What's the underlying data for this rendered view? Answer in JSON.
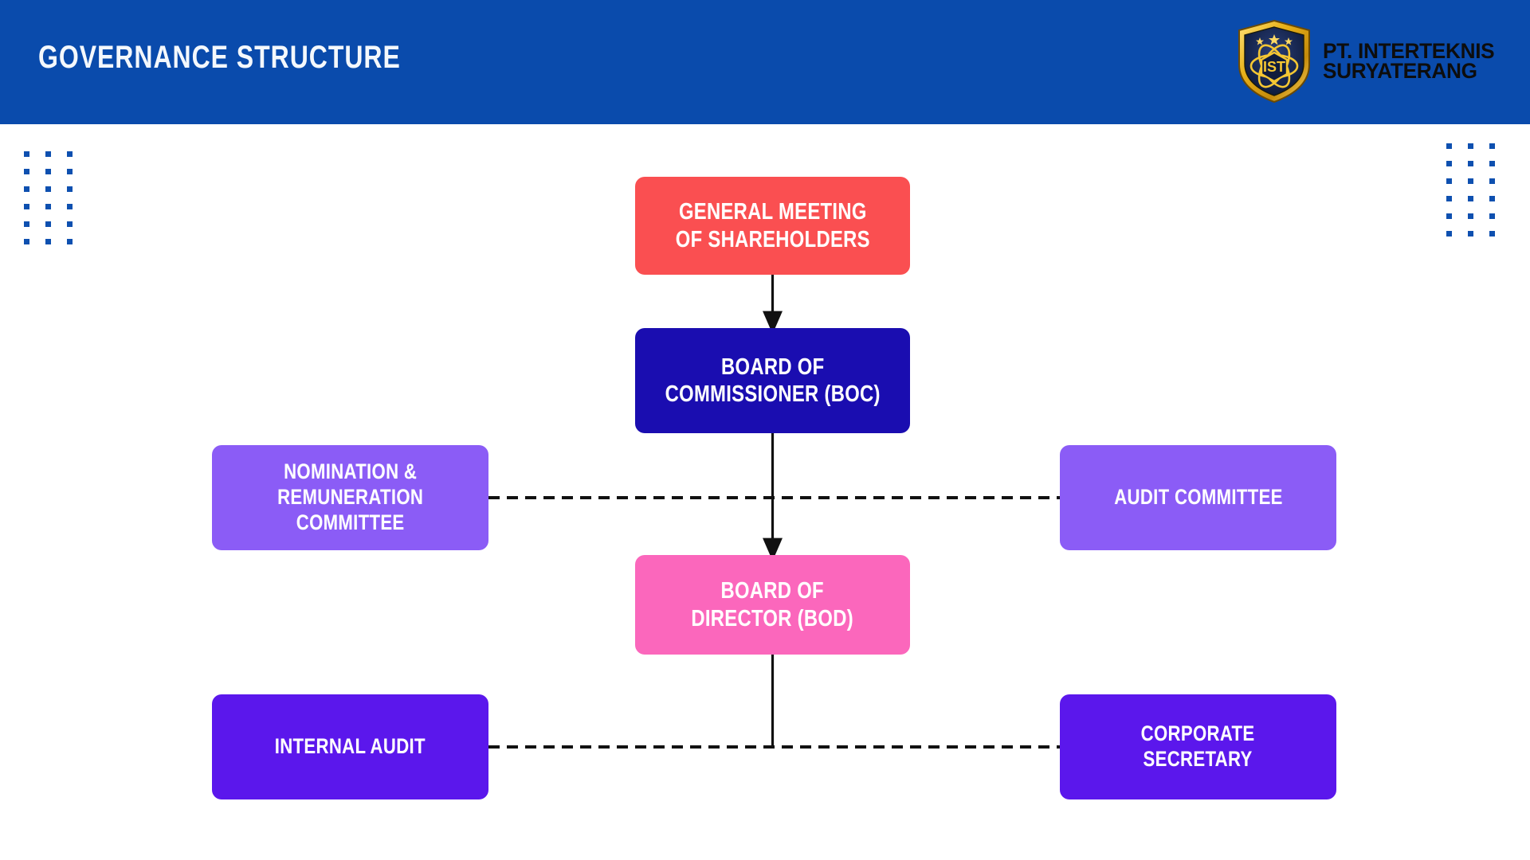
{
  "header": {
    "title": "GOVERNANCE STRUCTURE",
    "background_color": "#0A4BAC"
  },
  "logo": {
    "monogram": "IST",
    "line1": "PT. INTERTEKNIS",
    "line2": "SURYATERANG",
    "shield_color": "#E8B21A",
    "shield_inner_color": "#122654"
  },
  "decor": {
    "dot_color": "#0E50B0",
    "dot_columns": 3,
    "dot_rows": 6
  },
  "chart_data": {
    "type": "diagram",
    "title": "GOVERNANCE STRUCTURE",
    "nodes": [
      {
        "id": "gms",
        "label": "GENERAL MEETING\nOF SHAREHOLDERS",
        "color": "#FA4F51",
        "level": 1,
        "column": "center"
      },
      {
        "id": "boc",
        "label": "BOARD OF\nCOMMISSIONER (BOC)",
        "color": "#1A0DB0",
        "level": 2,
        "column": "center"
      },
      {
        "id": "nrc",
        "label": "NOMINATION &\nREMUNERATION\nCOMMITTEE",
        "color": "#8B5CF6",
        "level": 3,
        "column": "left"
      },
      {
        "id": "ac",
        "label": "AUDIT COMMITTEE",
        "color": "#8B5CF6",
        "level": 3,
        "column": "right"
      },
      {
        "id": "bod",
        "label": "BOARD OF\nDIRECTOR (BOD)",
        "color": "#FB67BC",
        "level": 4,
        "column": "center"
      },
      {
        "id": "ia",
        "label": "INTERNAL AUDIT",
        "color": "#5B17EC",
        "level": 5,
        "column": "left"
      },
      {
        "id": "cs",
        "label": "CORPORATE\nSECRETARY",
        "color": "#5B17EC",
        "level": 5,
        "column": "right"
      }
    ],
    "edges": [
      {
        "from": "gms",
        "to": "boc",
        "style": "solid",
        "arrow": true
      },
      {
        "from": "boc",
        "to": "bod",
        "style": "solid",
        "arrow": true
      },
      {
        "from": "nrc",
        "to": "ac",
        "style": "dashed",
        "arrow": false
      },
      {
        "from": "ia",
        "to": "cs",
        "style": "dashed",
        "arrow": false
      },
      {
        "from": "bod",
        "to": "ia-cs-line",
        "style": "solid",
        "arrow": false
      }
    ],
    "line_color": "#111111"
  }
}
